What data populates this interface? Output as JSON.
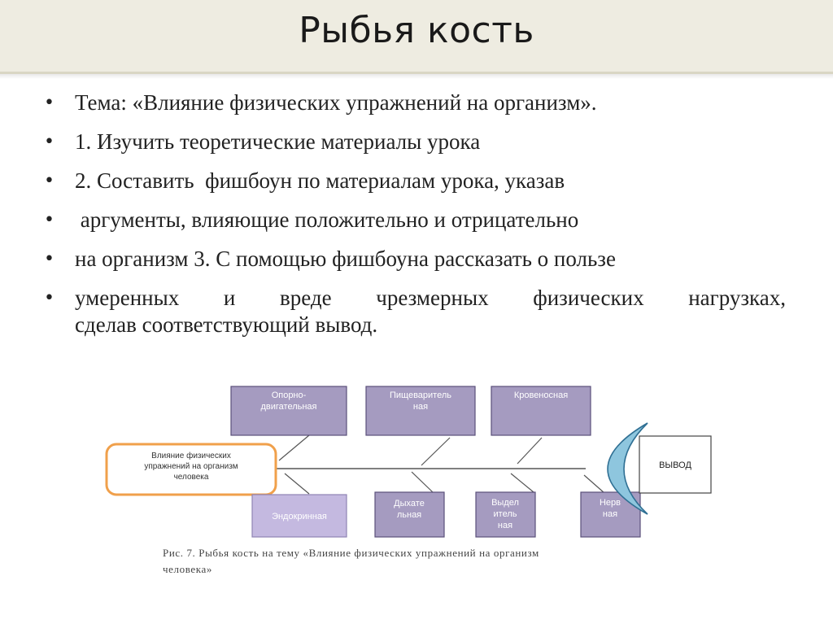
{
  "slide": {
    "title": "Рыбья кость"
  },
  "bullets": [
    "Тема: «Влияние физических упражнений на организм».",
    "1. Изучить теоретические материалы урока",
    "2. Составить  фишбоун по материалам урока, указав",
    " аргументы, влияющие положительно и отрицательно",
    "на организм 3. С помощью фишбоуна рассказать о пользе",
    "умеренных и вреде чрезмерных физических нагрузках,",
    "сделав соответствующий вывод."
  ],
  "bullet_symbol": "•",
  "diagram": {
    "head_box": {
      "lines": [
        "Влияние физических",
        "упражнений на организм",
        "человека"
      ]
    },
    "top_boxes": [
      {
        "lines": [
          "Опорно-",
          "двигательная"
        ]
      },
      {
        "lines": [
          "Пищеваритель",
          "ная"
        ]
      },
      {
        "lines": [
          "Кровеносная"
        ]
      }
    ],
    "bottom_boxes": [
      {
        "lines": [
          "Эндокринная"
        ]
      },
      {
        "lines": [
          "Дыхате",
          "льная"
        ]
      },
      {
        "lines": [
          "Выдел",
          "итель",
          "ная"
        ]
      },
      {
        "lines": [
          "Нерв",
          "ная"
        ]
      }
    ],
    "tail_label": "ВЫВОД",
    "colors": {
      "box_fill": "#a59bc0",
      "box_stroke": "#5a4f7a",
      "box_text": "#ffffff",
      "head_stroke": "#f0a04b",
      "tail_fill": "#8ec6de",
      "endocrine_fill": "#c4b9e0"
    }
  },
  "caption": {
    "line1": "Рис. 7. Рыбья кость на тему «Влияние физических упражнений на организм",
    "line2": "человека»"
  }
}
